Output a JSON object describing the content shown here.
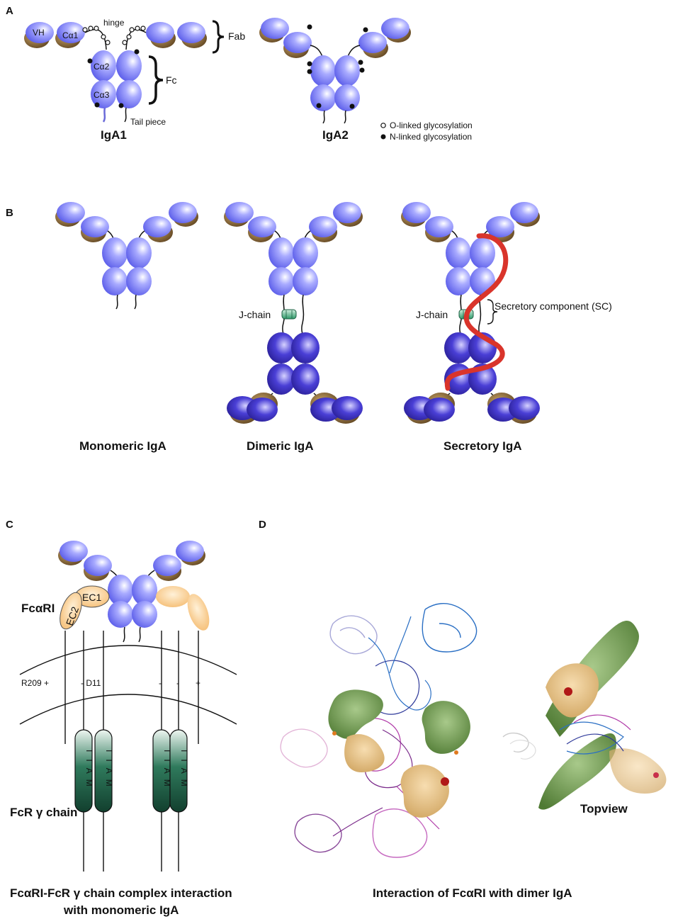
{
  "panels": {
    "a": "A",
    "b": "B",
    "c": "C",
    "d": "D"
  },
  "panel_a": {
    "labels": {
      "vh": "VH",
      "ca1": "Cα1",
      "ca2": "Cα2",
      "ca3": "Cα3",
      "hinge": "hinge",
      "fab": "Fab",
      "fc": "Fc",
      "tail": "Tail piece"
    },
    "titles": {
      "iga1": "IgA1",
      "iga2": "IgA2"
    },
    "legend": {
      "o_linked": "O-linked glycosylation",
      "n_linked": "N-linked glycosylation"
    }
  },
  "panel_b": {
    "jchain": "J-chain",
    "sc": "Secretory component (SC)",
    "titles": {
      "monomeric": "Monomeric IgA",
      "dimeric": "Dimeric IgA",
      "secretory": "Secretory IgA"
    }
  },
  "panel_c": {
    "receptor": "FcαRI",
    "ec1": "EC1",
    "ec2": "EC2",
    "r209": "R209 +",
    "d11": "- D11",
    "minus": "-",
    "plus": "+",
    "itam": "ITAM",
    "gamma": "FcR γ chain",
    "caption_line1": "FcαRI-FcR γ chain complex interaction",
    "caption_line2": "with monomeric IgA"
  },
  "panel_d": {
    "topview": "Topview",
    "caption": "Interaction of FcαRI with dimer IgA"
  },
  "colors": {
    "domain_light": "#8a8cf5",
    "domain_dark": "#2e22b8",
    "light_chain": "#7a5a2e",
    "jchain": "#2f9a6a",
    "sc": "#d9342b",
    "receptor": "#f6c177",
    "itam": "#1f5e46",
    "green_surface": "#6f9a4e",
    "tan_surface": "#e8c386",
    "blue_ribbon": "#2a6fc4",
    "magenta_ribbon": "#b03aa8"
  }
}
